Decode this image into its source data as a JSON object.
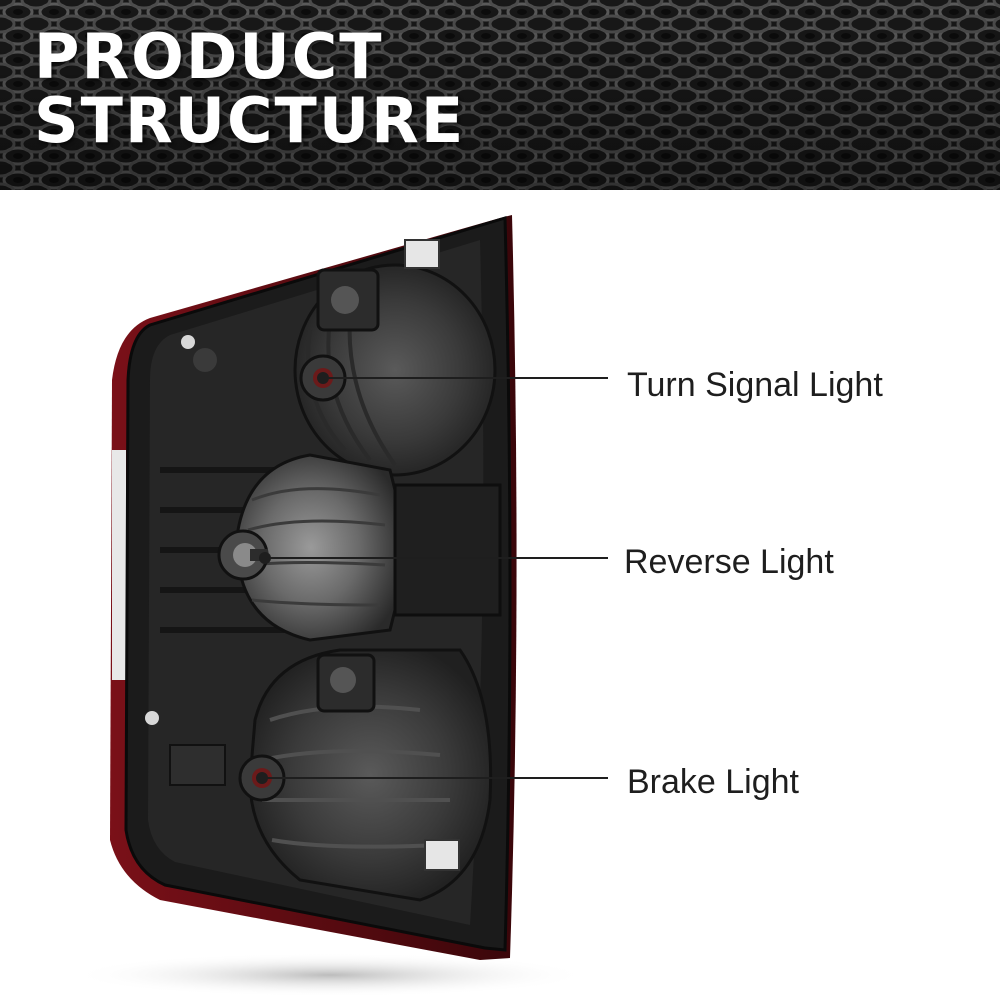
{
  "banner": {
    "title_line1": "PRODUCT",
    "title_line2": "STRUCTURE"
  },
  "callouts": [
    {
      "label": "Turn Signal Light"
    },
    {
      "label": "Reverse Light"
    },
    {
      "label": "Brake Light"
    }
  ],
  "colors": {
    "banner_bg": "#1c1c1c",
    "mesh": "#5a5a5a",
    "housing": "#1a1a1a",
    "lens_edge": "#6b0d14",
    "text": "#1e1e1e"
  }
}
